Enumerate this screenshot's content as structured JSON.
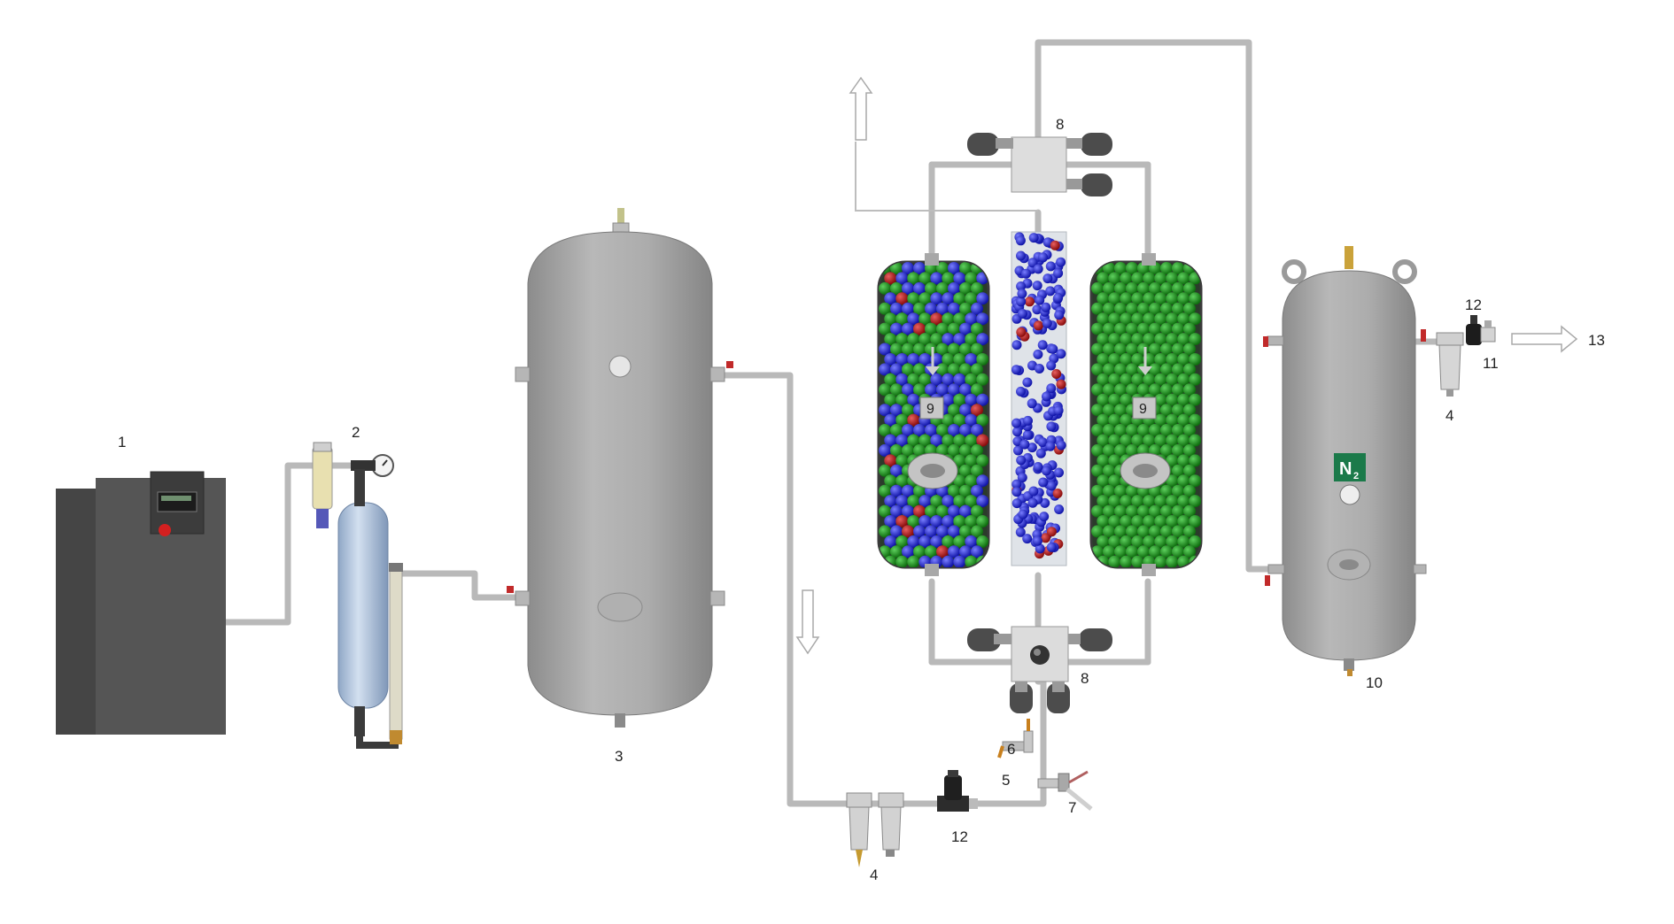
{
  "labels": {
    "compressor": "1",
    "dryer": "2",
    "air_receiver": "3",
    "filters_bottom": "4",
    "filter_right": "4",
    "valve_5": "5",
    "valve_6": "6",
    "valve_7": "7",
    "manifold_top": "8",
    "manifold_bottom": "8",
    "column_left": "9",
    "column_right": "9",
    "n2_receiver": "10",
    "regulator_right_11": "11",
    "regulator_right_12": "12",
    "regulator_bottom": "12",
    "outlet": "13"
  },
  "n2_badge": {
    "main": "N",
    "sub": "2"
  },
  "colors": {
    "tank": "#a9a9a9",
    "pipe": "#c8c8c8",
    "sieve_green": "#1f8a1f",
    "oxygen_blue": "#2a2fd6",
    "nitrogen_red": "#b01818",
    "compressor": "#4e4e4e",
    "badge": "#1b7a4a"
  },
  "icons": [
    "up-arrow-icon",
    "down-arrow-icon",
    "right-arrow-icon",
    "pressure-gauge-icon"
  ]
}
